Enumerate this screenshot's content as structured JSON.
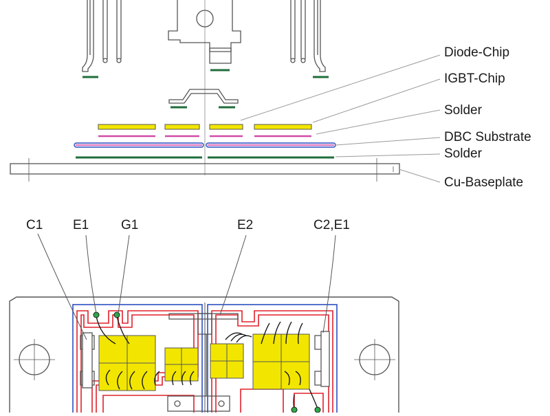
{
  "exploded_view": {
    "labels": {
      "diode_chip": "Diode-Chip",
      "igbt_chip": "IGBT-Chip",
      "solder_top": "Solder",
      "dbc_substrate": "DBC Substrate",
      "solder_bottom": "Solder",
      "cu_baseplate": "Cu-Baseplate"
    }
  },
  "top_view": {
    "terminals": {
      "c1": "C1",
      "e1": "E1",
      "g1": "G1",
      "e2": "E2",
      "c2_e1": "C2,E1"
    }
  },
  "colors": {
    "chip_fill": "#f2e600",
    "solder_pink": "#d24aa8",
    "solder_green": "#1f6e3a",
    "substrate_blue": "#2b4fc2",
    "copper_red": "#e0202a",
    "outline_gray": "#555555"
  }
}
